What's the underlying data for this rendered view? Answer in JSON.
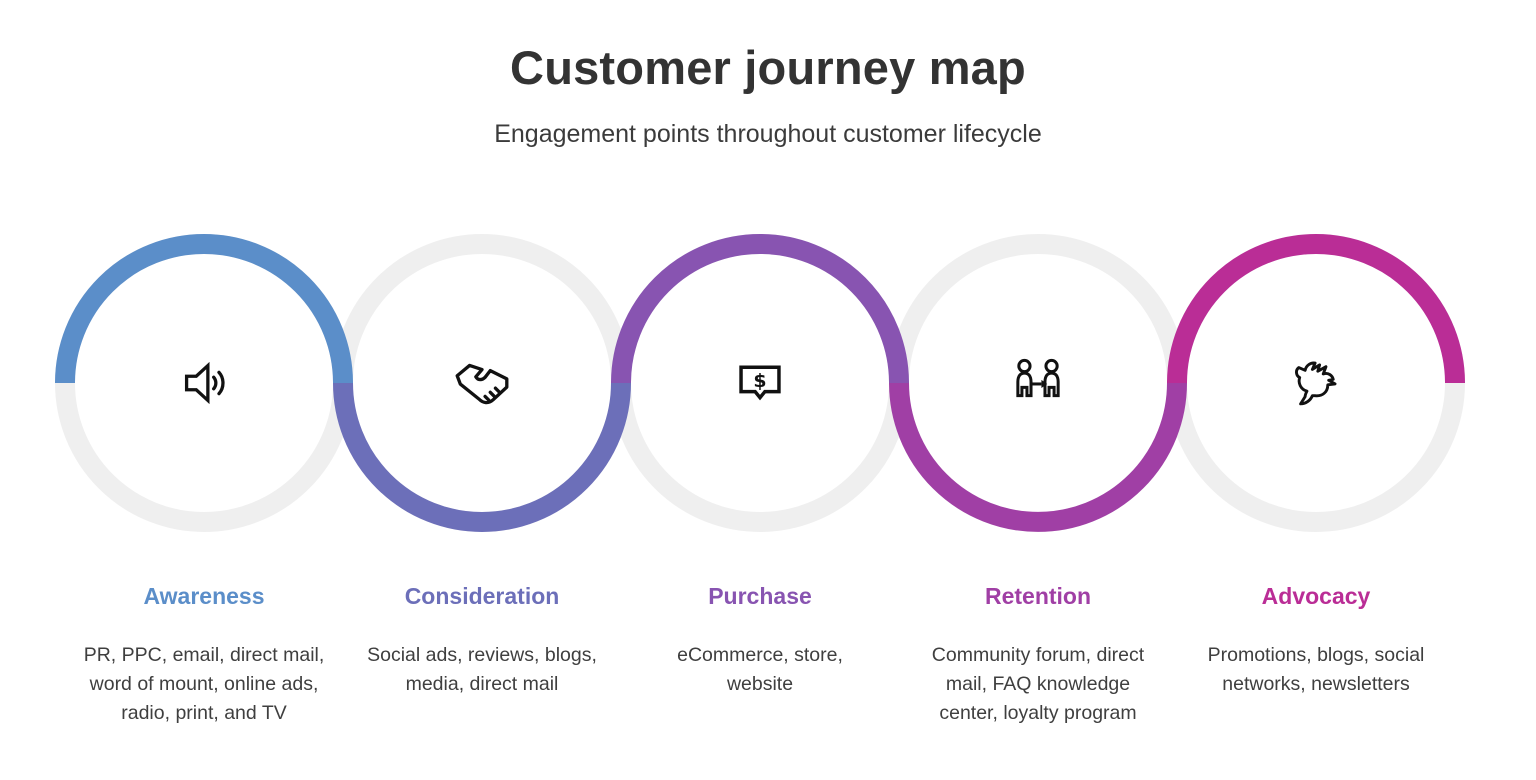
{
  "title": "Customer journey map",
  "subtitle": "Engagement points throughout customer lifecycle",
  "colors": {
    "track": "#efefef",
    "icon_stroke": "#111111",
    "title_text": "#333333",
    "body_text": "#3f3f3f"
  },
  "stages": [
    {
      "label": "Awareness",
      "color": "#5b8ec9",
      "arc_half": "top",
      "icon": "speaker-announcement-icon",
      "description": "PR, PPC, email, direct mail, word of mount, online ads, radio, print, and TV"
    },
    {
      "label": "Consideration",
      "color": "#6c6fb9",
      "arc_half": "bottom",
      "icon": "handshake-icon",
      "description": "Social ads, reviews, blogs, media, direct mail"
    },
    {
      "label": "Purchase",
      "color": "#8854b1",
      "arc_half": "top",
      "icon": "dollar-message-icon",
      "icon_glyph": "$",
      "description": "eCommerce, store, website"
    },
    {
      "label": "Retention",
      "color": "#a03fa5",
      "arc_half": "bottom",
      "icon": "customer-transfer-icon",
      "description": "Community forum, direct mail, FAQ knowledge center, loyalty program"
    },
    {
      "label": "Advocacy",
      "color": "#ba2d96",
      "arc_half": "top",
      "icon": "dove-icon",
      "description": "Promotions, blogs, social networks, newsletters"
    }
  ]
}
